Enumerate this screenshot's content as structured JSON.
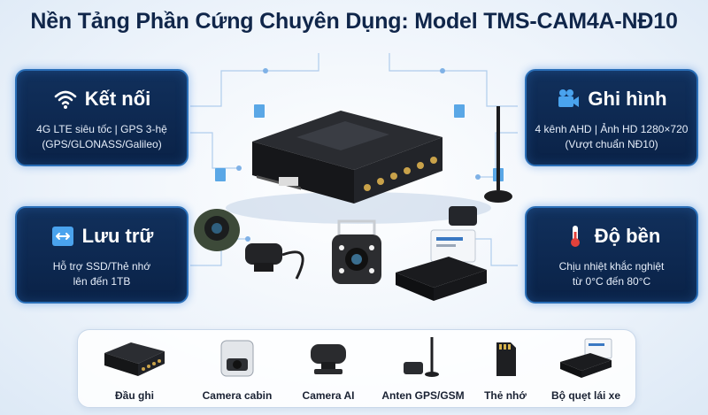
{
  "title": "Nền Tảng Phần Cứng Chuyên Dụng: Model TMS-CAM4A-NĐ10",
  "features": {
    "connect": {
      "title": "Kết nối",
      "line1": "4G LTE siêu tốc | GPS 3-hệ",
      "line2": "(GPS/GLONASS/Galileo)",
      "icon": "wifi-icon"
    },
    "storage": {
      "title": "Lưu trữ",
      "line1": "Hỗ trợ SSD/Thẻ nhớ",
      "line2": "lên đến 1TB",
      "icon": "storage-icon"
    },
    "record": {
      "title": "Ghi hình",
      "line1": "4 kênh AHD | Ảnh HD 1280×720",
      "line2": "(Vượt chuẩn NĐ10)",
      "icon": "video-camera-icon"
    },
    "durable": {
      "title": "Độ bền",
      "line1": "Chịu nhiệt khắc nghiệt",
      "line2": "từ 0°C đến 80°C",
      "icon": "thermometer-icon"
    }
  },
  "accessories": [
    {
      "label": "Đầu ghi"
    },
    {
      "label": "Camera cabin"
    },
    {
      "label": "Camera AI"
    },
    {
      "label": "Anten GPS/GSM"
    },
    {
      "label": "Thẻ nhớ"
    },
    {
      "label": "Bộ quẹt lái xe"
    }
  ],
  "colors": {
    "card_bg": "#0a2247",
    "card_border": "#2a6fb8",
    "title": "#10264a"
  }
}
